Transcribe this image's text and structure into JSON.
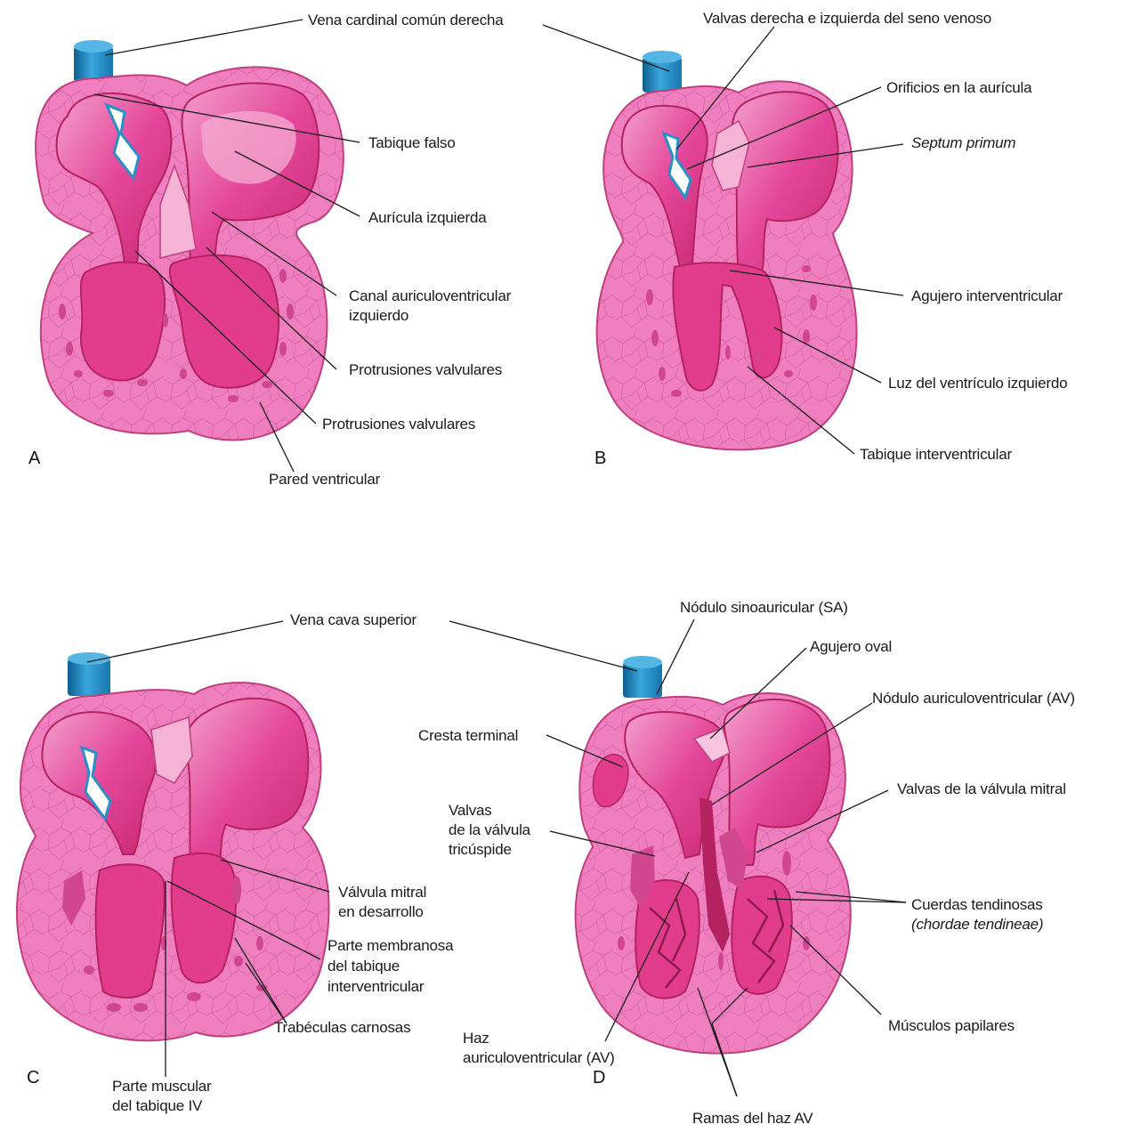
{
  "panels": {
    "a": {
      "letter": "A",
      "labels": {
        "vena_cardinal": "Vena cardinal común derecha",
        "tabique_falso": "Tabique falso",
        "auricula_izquierda": "Aurícula izquierda",
        "canal_av_1": "Canal auriculoventricular",
        "canal_av_2": "izquierdo",
        "protrusiones_1": "Protrusiones valvulares",
        "protrusiones_2": "Protrusiones valvulares",
        "pared_ventricular": "Pared ventricular"
      }
    },
    "b": {
      "letter": "B",
      "labels": {
        "valvas_seno": "Valvas derecha e izquierda del seno venoso",
        "orificios": "Orificios en la aurícula",
        "septum_primum": "Septum primum",
        "agujero_iv": "Agujero interventricular",
        "luz_vi": "Luz del ventrículo izquierdo",
        "tabique_iv": "Tabique interventricular"
      }
    },
    "c": {
      "letter": "C",
      "labels": {
        "vena_cava": "Vena cava superior",
        "valvula_mitral_1": "Válvula mitral",
        "valvula_mitral_2": "en desarrollo",
        "parte_membranosa_1": "Parte membranosa",
        "parte_membranosa_2": "del tabique",
        "parte_membranosa_3": "interventricular",
        "trabeculas": "Trabéculas carnosas",
        "parte_muscular_1": "Parte muscular",
        "parte_muscular_2": "del tabique IV"
      }
    },
    "d": {
      "letter": "D",
      "labels": {
        "nodulo_sa": "Nódulo sinoauricular (SA)",
        "agujero_oval": "Agujero oval",
        "nodulo_av": "Nódulo auriculoventricular (AV)",
        "cresta_terminal": "Cresta terminal",
        "valvas_mitral": "Valvas de la válvula mitral",
        "valvas_tricuspide_1": "Valvas",
        "valvas_tricuspide_2": "de la válvula",
        "valvas_tricuspide_3": "tricúspide",
        "cuerdas_1": "Cuerdas tendinosas",
        "cuerdas_2": "(chordae tendineae)",
        "musculos_papilares": "Músculos papilares",
        "haz_av_1": "Haz",
        "haz_av_2": "auriculoventricular (AV)",
        "ramas_haz": "Ramas del haz AV"
      }
    }
  },
  "colors": {
    "wall": "#f07fc0",
    "wall_edge": "#c0407e",
    "chamber": "#e23d8c",
    "chamber_light": "#f09ac8",
    "chamber_dark": "#b4235f",
    "vessel": "#1f8fc9",
    "vessel_dark": "#0d5f8e",
    "crack": "#ce5aa0"
  }
}
